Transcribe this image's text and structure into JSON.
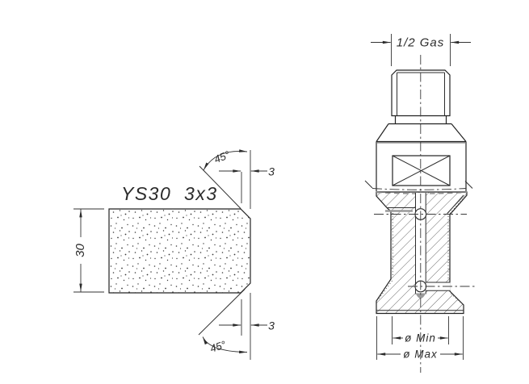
{
  "left_view": {
    "part_label": "YS30  3x3",
    "height_dim": "30",
    "top_chamfer_angle": "45°",
    "bottom_chamfer_angle": "45°",
    "top_chamfer_depth": "3",
    "bottom_chamfer_depth": "3"
  },
  "right_view": {
    "thread_dim": "1/2 Gas",
    "dia_min_label": "ø Min",
    "dia_max_label": "ø Max"
  },
  "colors": {
    "line": "#2b2b2b",
    "hatch": "#4a4a4a",
    "accent_gray": "#9a9a9a",
    "background": "#ffffff"
  }
}
